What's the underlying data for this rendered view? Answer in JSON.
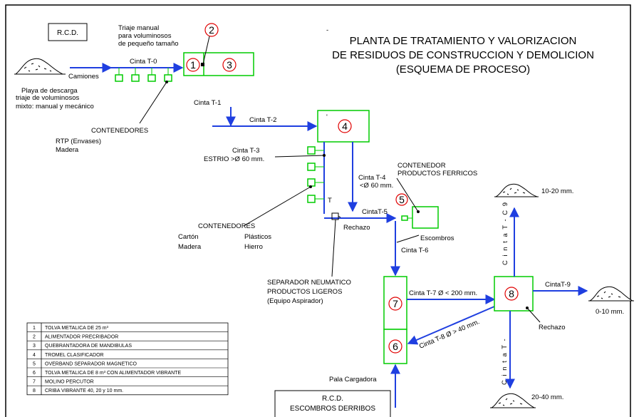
{
  "title": {
    "line1": "PLANTA DE TRATAMIENTO Y VALORIZACION",
    "line2": "DE RESIDUOS DE CONSTRUCCION Y DEMOLICION",
    "line3": "(ESQUEMA DE PROCESO)"
  },
  "rcd_top": "R.C.D.",
  "triaje": [
    "Triaje manual",
    "para voluminosos",
    "de pequeño tamaño"
  ],
  "camiones": "Camiones",
  "playa": [
    "Playa de descarga",
    "triaje de voluminosos",
    "mixto:  manual y mecánico"
  ],
  "contenedores_1": [
    "CONTENEDORES",
    "RTP (Envases)",
    "Madera"
  ],
  "contenedores_2": {
    "title": "CONTENEDORES",
    "left": [
      "Cartón",
      "Madera"
    ],
    "right": [
      "Plásticos",
      "Hierro"
    ]
  },
  "contenedor_ferricos": [
    "CONTENEDOR",
    "PRODUCTOS FERRICOS"
  ],
  "separador": [
    "SEPARADOR NEUMATICO",
    "PRODUCTOS LIGEROS",
    "(Equipo Aspirador)"
  ],
  "conveyors": {
    "t0": "Cinta T-0",
    "t1": "Cinta T-1",
    "t2": "Cinta T-2",
    "t3": "Cinta T-3",
    "t3b": "ESTRIO >Ø 60 mm.",
    "t4": "Cinta T-4",
    "t4b": "<Ø 60 mm.",
    "t5": "CintaT-5",
    "t6": "Cinta T-6",
    "t7": "Cinta T-7  Ø < 200 mm.",
    "t8": "Cinta T-8  Ø > 40 mm.",
    "t9": "CintaT-9",
    "c9_vertical": "C i n t a T - C 9",
    "ca_vertical": "C i n t a T -"
  },
  "rechazo": "Rechazo",
  "escombros": "Escombros",
  "outputs": {
    "o1020": "10-20 mm.",
    "o010": "0-10 mm.",
    "o2040": "20-40 mm."
  },
  "pala": "Pala Cargadora",
  "rcd_bottom": [
    "R.C.D.",
    "ESCOMBROS DERRIBOS"
  ],
  "numbers": [
    "1",
    "2",
    "3",
    "4",
    "5",
    "6",
    "7",
    "8"
  ],
  "legend": [
    {
      "n": "1",
      "text": "TOLVA METALICA DE 25 m³"
    },
    {
      "n": "2",
      "text": "ALIMENTADOR PRECRIBADOR"
    },
    {
      "n": "3",
      "text": "QUEBRANTADORA DE MANDIBULAS"
    },
    {
      "n": "4",
      "text": "TROMEL CLASIFICADOR"
    },
    {
      "n": "5",
      "text": "OVERBAND SEPARADOR MAGNETICO"
    },
    {
      "n": "6",
      "text": "TOLVA METALICA DE 8 m³ CON ALIMENTADOR VIBRANTE"
    },
    {
      "n": "7",
      "text": "MOLINO PERCUTOR"
    },
    {
      "n": "8",
      "text": "CRIBA VIBRANTE 40, 20 y 10 mm."
    }
  ],
  "colors": {
    "equipment": "#00cc00",
    "flow": "#1f3fe0",
    "marker": "#e00000",
    "text": "#000000"
  }
}
